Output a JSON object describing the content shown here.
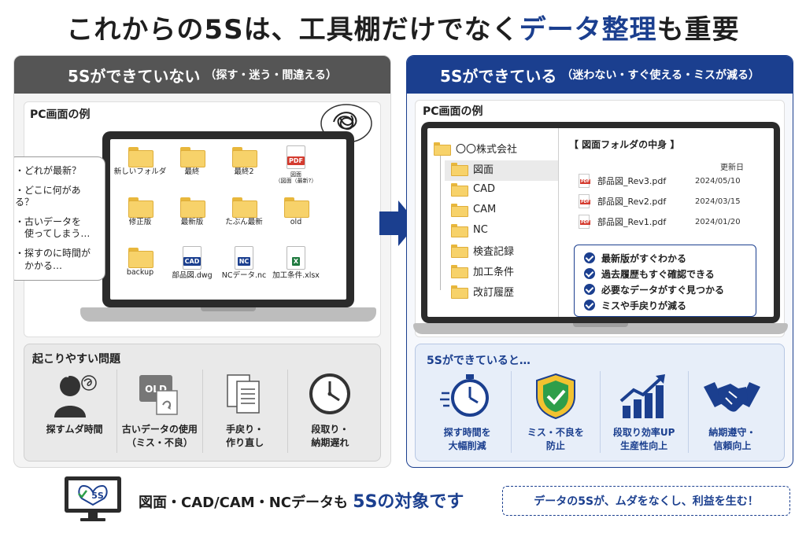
{
  "title": {
    "part1": "これからの5Sは、工具棚だけでなく",
    "part2": "データ整理",
    "part3": "も重要"
  },
  "left": {
    "header": "5Sができていない",
    "header_sub": "（探す・迷う・間違える）",
    "section_label": "PC画面の例",
    "bubble": [
      "・どれが最新？",
      "・どこに何がある？",
      "・古いデータを\n　使ってしまう…",
      "・探すのに時間が\n　かかる…"
    ],
    "files": [
      {
        "type": "folder",
        "label": "新しいフォルダ"
      },
      {
        "type": "folder",
        "label": "最終"
      },
      {
        "type": "folder",
        "label": "最終2"
      },
      {
        "type": "pdf",
        "label": "図面\n（図面（最新?）",
        "small": true
      },
      {
        "type": "folder",
        "label": "修正版"
      },
      {
        "type": "folder",
        "label": "最新版"
      },
      {
        "type": "folder",
        "label": "たぶん最新"
      },
      {
        "type": "folder",
        "label": "old"
      },
      {
        "type": "folder",
        "label": "backup"
      },
      {
        "type": "cad",
        "label": "部品図.dwg"
      },
      {
        "type": "nc",
        "label": "NCデータ.nc"
      },
      {
        "type": "xlsx",
        "label": "加工条件.xlsx"
      }
    ],
    "tags": {
      "pdf": "PDF",
      "cad": "CAD",
      "nc": "NC",
      "xlsx": "X"
    },
    "issues_title": "起こりやすい問題",
    "issues": [
      {
        "label": "探すムダ時間",
        "icon": "stressed-person-icon"
      },
      {
        "label": "古いデータの使用\n（ミス・不良）",
        "icon": "old-file-icon",
        "icon_text": "OLD"
      },
      {
        "label": "手戻り・\n作り直し",
        "icon": "documents-icon"
      },
      {
        "label": "段取り・\n納期遅れ",
        "icon": "clock-icon"
      }
    ]
  },
  "right": {
    "header": "5Sができている",
    "header_sub": "（迷わない・すぐ使える・ミスが減る）",
    "section_label": "PC画面の例",
    "tree_root": "〇〇株式会社",
    "tree_items": [
      "図面",
      "CAD",
      "CAM",
      "NC",
      "検査記録",
      "加工条件",
      "改訂履歴"
    ],
    "detail_title": "【 図面フォルダの中身 】",
    "date_header": "更新日",
    "pdfs": [
      {
        "name": "部品図_Rev3.pdf",
        "date": "2024/05/10"
      },
      {
        "name": "部品図_Rev2.pdf",
        "date": "2024/03/15"
      },
      {
        "name": "部品図_Rev1.pdf",
        "date": "2024/01/20"
      }
    ],
    "checks": [
      "最新版がすぐわかる",
      "過去履歴もすぐ確認できる",
      "必要なデータがすぐ見つかる",
      "ミスや手戻りが減る"
    ],
    "benefits_title": "5Sができていると…",
    "benefits": [
      {
        "label": "探す時間を\n大幅削減",
        "icon": "stopwatch-icon"
      },
      {
        "label": "ミス・不良を\n防止",
        "icon": "shield-check-icon"
      },
      {
        "label": "段取り効率UP\n生産性向上",
        "icon": "growth-chart-icon"
      },
      {
        "label": "納期遵守・\n信頼向上",
        "icon": "handshake-icon"
      }
    ]
  },
  "bottom": {
    "monitor_text": "5S",
    "text": "図面・CAD/CAM・NCデータも",
    "highlight": "5Sの対象です",
    "pill": "データの5Sが、ムダをなくし、利益を生む！"
  },
  "colors": {
    "brand_blue": "#1b3f8f",
    "dark_header": "#555555",
    "folder": "#f7d26a"
  }
}
